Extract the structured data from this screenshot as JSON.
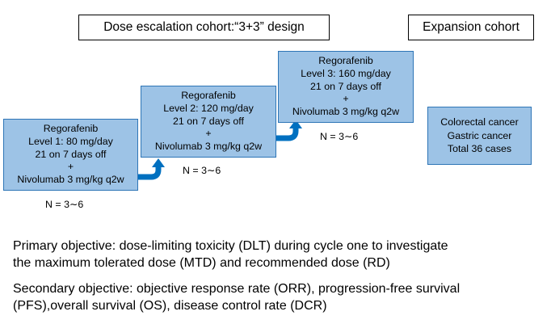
{
  "header": {
    "dose_escalation_title": "Dose escalation cohort:“3+3” design",
    "expansion_title": "Expansion cohort"
  },
  "levels": [
    {
      "drug": "Regorafenib",
      "dose": "Level 1: 80 mg/day",
      "schedule": "21 on 7 days off",
      "plus": "+",
      "combo": "Nivolumab 3 mg/kg q2w",
      "n": "N = 3∼6"
    },
    {
      "drug": "Regorafenib",
      "dose": "Level 2: 120 mg/day",
      "schedule": "21 on 7 days off",
      "plus": "+",
      "combo": "Nivolumab 3 mg/kg q2w",
      "n": "N = 3∼6"
    },
    {
      "drug": "Regorafenib",
      "dose": "Level 3: 160 mg/day",
      "schedule": "21 on 7 days off",
      "plus": "+",
      "combo": "Nivolumab 3 mg/kg q2w",
      "n": "N = 3∼6"
    }
  ],
  "expansion": {
    "line1": "Colorectal cancer",
    "line2": "Gastric cancer",
    "line3": "Total 36 cases"
  },
  "objectives": {
    "primary_line1": "Primary objective: dose-limiting toxicity (DLT) during cycle one to investigate",
    "primary_line2": "the maximum tolerated dose (MTD) and recommended dose (RD)",
    "secondary_line1": "Secondary objective: objective response rate (ORR), progression-free survival",
    "secondary_line2": "(PFS),overall survival (OS), disease control rate (DCR)"
  },
  "colors": {
    "box_fill": "#9dc3e6",
    "box_border": "#2e75b6",
    "arrow": "#0070c0"
  }
}
